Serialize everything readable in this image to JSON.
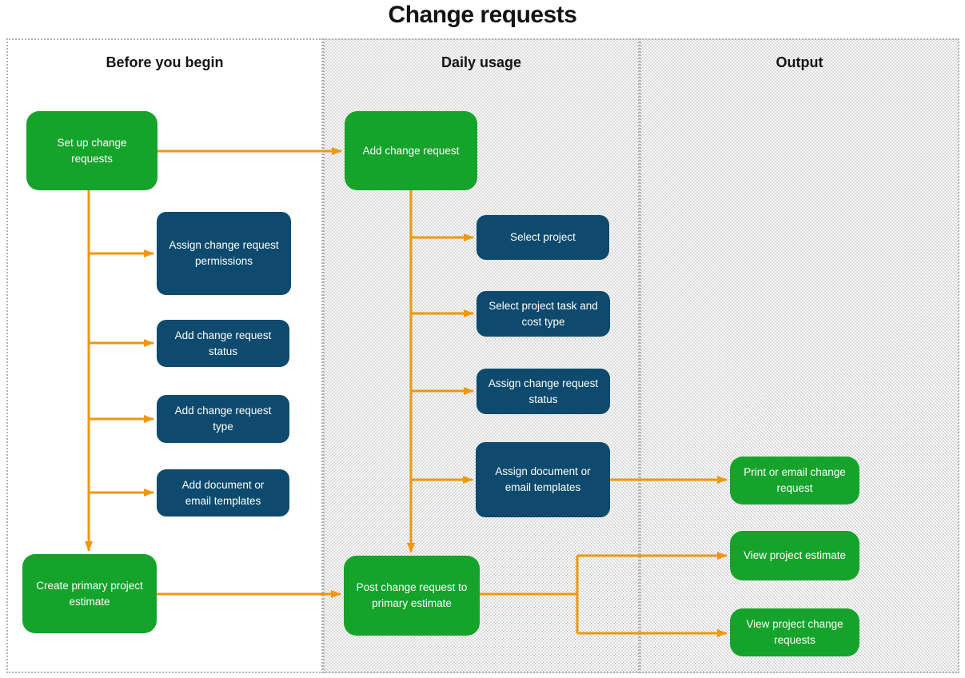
{
  "title": "Change requests",
  "columns": {
    "before": {
      "label": "Before you begin"
    },
    "daily": {
      "label": "Daily usage"
    },
    "output": {
      "label": "Output"
    }
  },
  "colors": {
    "green": "#16a32b",
    "navy": "#0d4a6e",
    "arrow": "#ef970f",
    "border": "#b3b3b3",
    "text-dark": "#141414"
  },
  "nodes": {
    "setup_change_requests": {
      "label": "Set up change requests",
      "column": "before",
      "type": "start"
    },
    "assign_change_request_permissions": {
      "label": "Assign change request permissions",
      "column": "before",
      "type": "task"
    },
    "add_change_request_status": {
      "label": "Add change request status",
      "column": "before",
      "type": "task"
    },
    "add_change_request_type": {
      "label": "Add change request type",
      "column": "before",
      "type": "task"
    },
    "add_document_or_email_templates": {
      "label": "Add document or email templates",
      "column": "before",
      "type": "task"
    },
    "create_primary_project_estimate": {
      "label": "Create primary project estimate",
      "column": "before",
      "type": "start"
    },
    "add_change_request": {
      "label": "Add change request",
      "column": "daily",
      "type": "start"
    },
    "select_project": {
      "label": "Select project",
      "column": "daily",
      "type": "task"
    },
    "select_project_task_and_cost_type": {
      "label": "Select project task and cost type",
      "column": "daily",
      "type": "task"
    },
    "assign_change_request_status": {
      "label": "Assign change request status",
      "column": "daily",
      "type": "task"
    },
    "assign_document_or_email_templates": {
      "label": "Assign document or email templates",
      "column": "daily",
      "type": "task"
    },
    "post_change_request_to_primary_estimate": {
      "label": "Post change request to primary estimate",
      "column": "daily",
      "type": "start"
    },
    "print_or_email_change_request": {
      "label": "Print or email change request",
      "column": "output",
      "type": "start"
    },
    "view_project_estimate": {
      "label": "View project estimate",
      "column": "output",
      "type": "start"
    },
    "view_project_change_requests": {
      "label": "View project change requests",
      "column": "output",
      "type": "start"
    }
  },
  "edges": [
    {
      "from": "setup_change_requests",
      "to": "add_change_request"
    },
    {
      "from": "setup_change_requests",
      "to": "assign_change_request_permissions"
    },
    {
      "from": "setup_change_requests",
      "to": "add_change_request_status"
    },
    {
      "from": "setup_change_requests",
      "to": "add_change_request_type"
    },
    {
      "from": "setup_change_requests",
      "to": "add_document_or_email_templates"
    },
    {
      "from": "setup_change_requests",
      "to": "create_primary_project_estimate"
    },
    {
      "from": "create_primary_project_estimate",
      "to": "post_change_request_to_primary_estimate"
    },
    {
      "from": "add_change_request",
      "to": "select_project"
    },
    {
      "from": "add_change_request",
      "to": "select_project_task_and_cost_type"
    },
    {
      "from": "add_change_request",
      "to": "assign_change_request_status"
    },
    {
      "from": "add_change_request",
      "to": "assign_document_or_email_templates"
    },
    {
      "from": "add_change_request",
      "to": "post_change_request_to_primary_estimate"
    },
    {
      "from": "assign_document_or_email_templates",
      "to": "print_or_email_change_request"
    },
    {
      "from": "post_change_request_to_primary_estimate",
      "to": "view_project_estimate"
    },
    {
      "from": "post_change_request_to_primary_estimate",
      "to": "view_project_change_requests"
    }
  ]
}
